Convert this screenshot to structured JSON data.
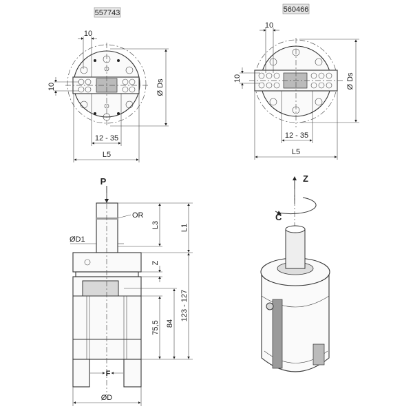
{
  "top_left_view": {
    "part_number": "557743",
    "dim_width_top": "10",
    "dim_height_left": "10",
    "dim_stroke": "12 - 35",
    "dim_length": "L5",
    "dim_diameter": "Ø Ds"
  },
  "top_right_view": {
    "part_number": "560466",
    "dim_width_top": "10",
    "dim_height_left": "10",
    "dim_stroke": "12 - 35",
    "dim_length": "L5",
    "dim_diameter": "Ø Ds"
  },
  "side_view": {
    "force_label": "P",
    "oring_label": "OR",
    "shaft_diameter": "ØD1",
    "dim_L3": "L3",
    "dim_L1": "L1",
    "dim_Z": "Z",
    "dim_total": "123 - 127",
    "dim_84": "84",
    "dim_75": "75,5",
    "grip_force": "F",
    "body_diameter": "ØD"
  },
  "iso_view": {
    "axis_z": "Z",
    "axis_c": "C"
  }
}
